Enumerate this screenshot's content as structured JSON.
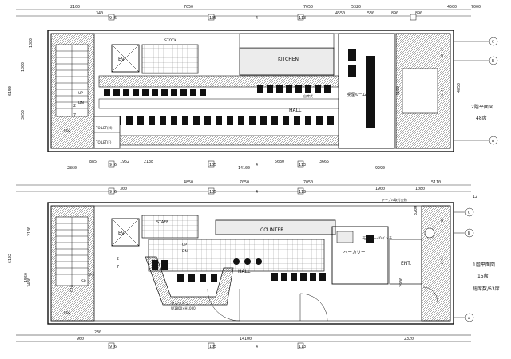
{
  "upper_floor": {
    "title": "2階平面図",
    "seats": "48席",
    "labels": {
      "kitchen": "KITCHEN",
      "hall": "HALL",
      "stock": "STOCK",
      "ev": "EV",
      "eps": "EPS",
      "toilet_m": "TOILET(M)",
      "toilet_f": "TOILET(F)",
      "up": "UP",
      "dn": "DN",
      "smoking_room": "喫煙ルーム",
      "self_seat": "自席式"
    },
    "dimensions_top": [
      "2100",
      "340",
      "7050",
      "7050",
      "4550",
      "530",
      "890",
      "890",
      "5320",
      "4500",
      "7000"
    ],
    "dimensions_bottom": [
      "2860",
      "885",
      "1962",
      "2138",
      "14100",
      "5680",
      "3665",
      "9290"
    ],
    "dimensions_left": [
      "6150",
      "1800",
      "3650",
      "1880"
    ],
    "dimensions_right": [
      "4160",
      "4850"
    ],
    "grid_top": [
      "9",
      "6",
      "10",
      "5",
      "4",
      "11",
      "3"
    ],
    "grid_bottom": [
      "9",
      "6",
      "10",
      "5",
      "4",
      "11",
      "3"
    ],
    "grid_left": [
      "2",
      "7"
    ],
    "grid_right": [
      "1",
      "8",
      "2",
      "7",
      "B",
      "C",
      "A"
    ]
  },
  "ground_floor": {
    "title": "1階平面図",
    "seats": "15席",
    "total": "総席数/63席",
    "labels": {
      "counter": "COUNTER",
      "hall": "HALL",
      "staff": "STAFF",
      "ev": "EV",
      "eps": "EPS",
      "up": "UP",
      "dn": "DN",
      "ent": "ENT.",
      "bakery": "ベーカリー",
      "monitor": "モニター40インチ",
      "cushion": "クッション",
      "cushion_size": "W1800×H1000",
      "table_note": "テーブル取付金物",
      "ps": "PS",
      "sp": "SP"
    },
    "dimensions_top": [
      "4850",
      "300",
      "7050",
      "7050",
      "1900",
      "1080",
      "5110"
    ],
    "dimensions_bottom": [
      "960",
      "230",
      "14100",
      "2320"
    ],
    "dimensions_left": [
      "6102",
      "3480",
      "2180",
      "1560",
      "910"
    ],
    "dimensions_right": [
      "2900",
      "3200"
    ],
    "grid_top": [
      "9",
      "6",
      "10",
      "5",
      "4",
      "11",
      "3"
    ],
    "grid_bottom": [
      "9",
      "6",
      "10",
      "5",
      "4",
      "11",
      "3"
    ],
    "grid_left": [
      "2",
      "7"
    ],
    "grid_right": [
      "1",
      "8",
      "2",
      "7",
      "B",
      "C",
      "A",
      "12"
    ]
  }
}
